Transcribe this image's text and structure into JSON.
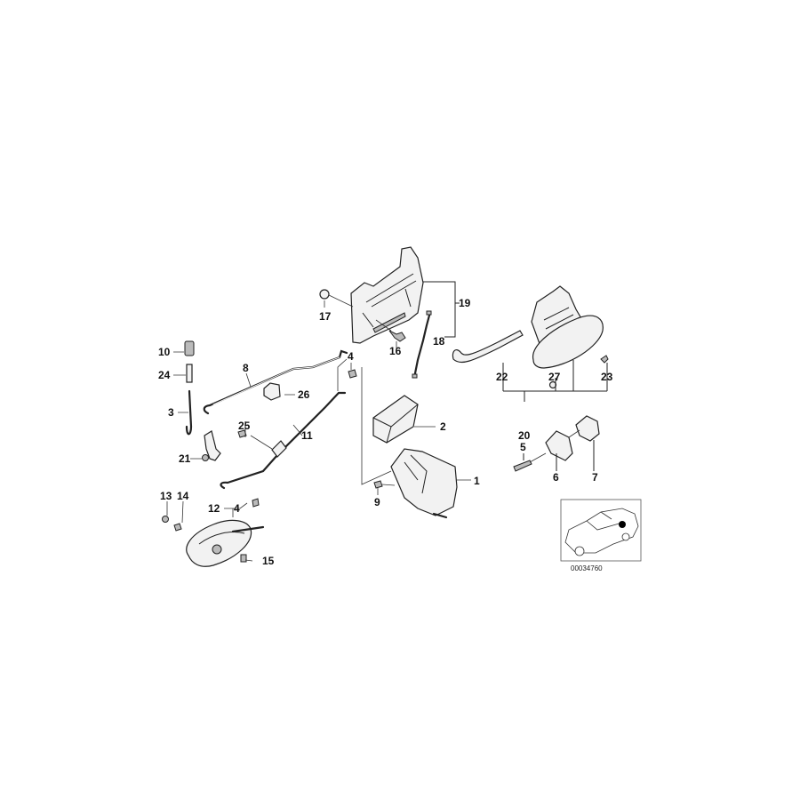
{
  "diagram": {
    "callouts": {
      "p1": "1",
      "p2": "2",
      "p3": "3",
      "p4a": "4",
      "p4b": "4",
      "p5": "5",
      "p6": "6",
      "p7": "7",
      "p8": "8",
      "p9": "9",
      "p10": "10",
      "p11": "11",
      "p12": "12",
      "p13": "13",
      "p14": "14",
      "p15": "15",
      "p16": "16",
      "p17": "17",
      "p18": "18",
      "p19": "19",
      "p20": "20",
      "p21": "21",
      "p22": "22",
      "p23": "23",
      "p24": "24",
      "p25": "25",
      "p26": "26",
      "p27": "27"
    },
    "inset": {
      "icon": "car-location-icon",
      "marker_color": "#000000"
    },
    "drawing_number": "00034760"
  }
}
